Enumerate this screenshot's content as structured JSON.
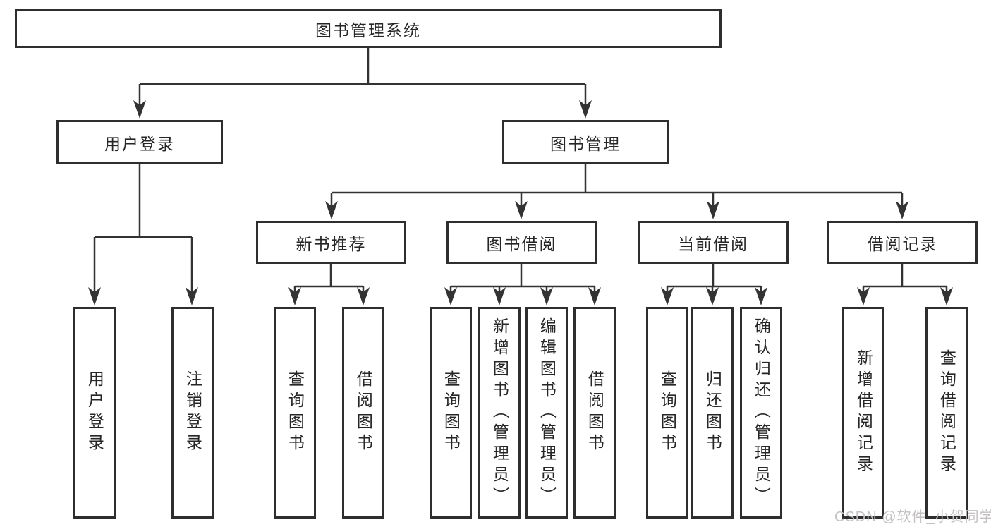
{
  "diagram": {
    "root": {
      "label": "图书管理系统"
    },
    "branches": [
      {
        "label": "用户登录"
      },
      {
        "label": "图书管理"
      }
    ],
    "groups": [
      {
        "label": "新书推荐"
      },
      {
        "label": "图书借阅"
      },
      {
        "label": "当前借阅"
      },
      {
        "label": "借阅记录"
      }
    ],
    "leaves": [
      {
        "label": "用户登录"
      },
      {
        "label": "注销登录"
      },
      {
        "label": "查询图书"
      },
      {
        "label": "借阅图书"
      },
      {
        "label": "查询图书"
      },
      {
        "label": "新增图书（管理员）"
      },
      {
        "label": "编辑图书（管理员）"
      },
      {
        "label": "借阅图书"
      },
      {
        "label": "查询图书"
      },
      {
        "label": "归还图书"
      },
      {
        "label": "确认归还（管理员）"
      },
      {
        "label": "新增借阅记录"
      },
      {
        "label": "查询借阅记录"
      }
    ]
  },
  "watermark": {
    "text": "CSDN @软件_小贺同学"
  },
  "colors": {
    "line": "#333333",
    "box_border": "#2e2e2e",
    "text": "#262626",
    "watermark": "#c3c0c0",
    "background": "#ffffff"
  }
}
